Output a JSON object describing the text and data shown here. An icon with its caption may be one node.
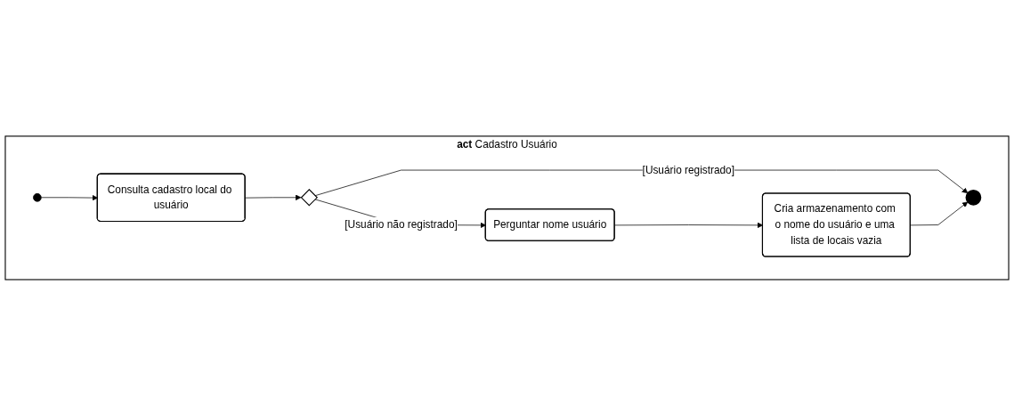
{
  "diagram": {
    "nodes": [
      {
        "text": [
          "**act** Cadastro Usuário"
        ]
      },
      {
        "text": [],
        "shape": "circle",
        "in": 0
      },
      {
        "text": [
          "Consulta cadastro local do usuário"
        ],
        "in": 0
      },
      {
        "text": [],
        "shape": "diamond",
        "in": 0
      },
      {
        "text": [
          "Perguntar nome usuário"
        ],
        "in": 0
      },
      {
        "text": [
          "Cria armazenamento com o nome do usuário e uma lista de locais vazia"
        ],
        "in": 0
      },
      {
        "text": [],
        "shape": "circle",
        "in": 0
      }
    ],
    "edges": [
      {
        "from": 1,
        "to": 2,
        "arrow": "to"
      },
      {
        "from": 2,
        "to": 3,
        "arrow": "to"
      },
      {
        "from": 3,
        "to": 4,
        "arrow": "to",
        "label": "[Usuário não registrado]"
      },
      {
        "from": 3,
        "to": 6,
        "arrow": "to",
        "label": "[Usuário registrado]"
      },
      {
        "from": 4,
        "to": 5,
        "arrow": "to"
      },
      {
        "from": 5,
        "to": 6,
        "arrow": "to"
      }
    ]
  }
}
